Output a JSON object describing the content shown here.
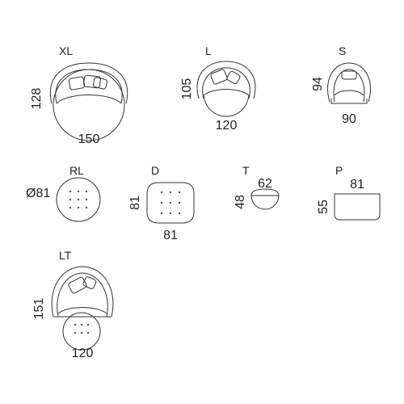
{
  "items": [
    {
      "code": "XL",
      "depth": "128",
      "width": "150"
    },
    {
      "code": "L",
      "depth": "105",
      "width": "120"
    },
    {
      "code": "S",
      "depth": "94",
      "width": "90"
    },
    {
      "code": "RL",
      "diameter": "Ø81"
    },
    {
      "code": "D",
      "depth": "81",
      "width": "81"
    },
    {
      "code": "T",
      "depth": "48",
      "width": "62"
    },
    {
      "code": "P",
      "depth": "55",
      "width": "81"
    },
    {
      "code": "LT",
      "depth": "151",
      "width": "120"
    }
  ]
}
